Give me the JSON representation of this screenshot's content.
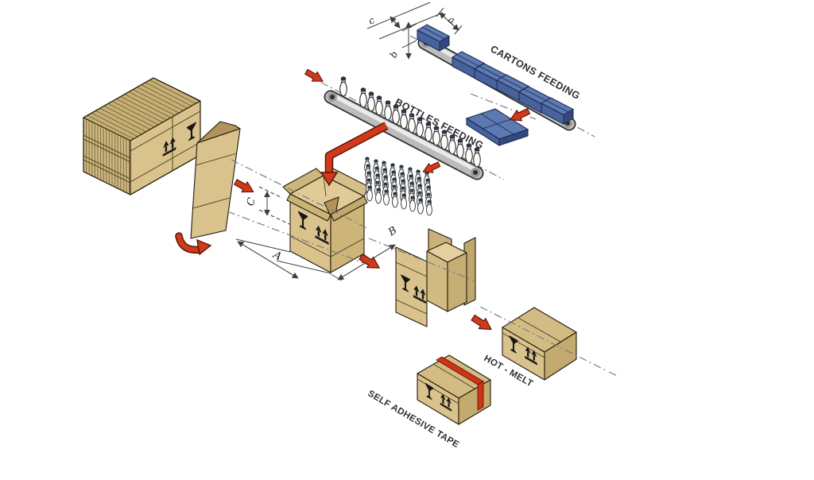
{
  "diagram": {
    "labels": {
      "cartons_feeding": "CARTONS FEEDING",
      "bottles_feeding": "BOTTLES FEEDING",
      "hot_melt": "HOT - MELT",
      "self_adhesive_tape": "SELF ADHESIVE TAPE"
    },
    "dimension_labels": {
      "carton_length_a": "a",
      "carton_height_b": "b",
      "carton_width_c": "c",
      "case_length_A": "A",
      "case_width_B": "B",
      "case_flap_C": "C"
    },
    "colors": {
      "cardboard": "#d9c28b",
      "cardboard_shade": "#c6ad73",
      "cardboard_inside": "#e0cb97",
      "carton_blue": "#5d79b2",
      "carton_blue_dark": "#33497e",
      "arrow_red": "#ce3a1b",
      "tape_red": "#cf3318",
      "belt_gray": "#bcbcbc",
      "axis_gray": "#7d7d7d",
      "text_dark": "#2e2e2e"
    }
  }
}
